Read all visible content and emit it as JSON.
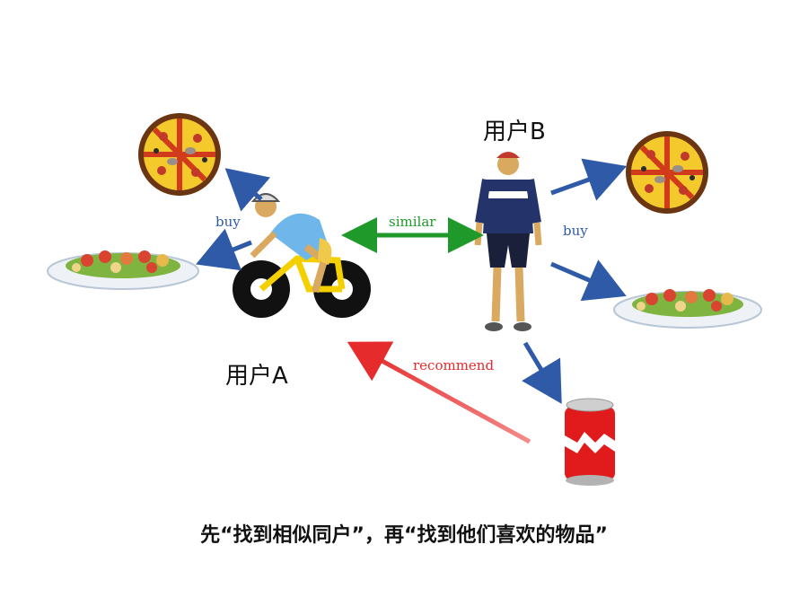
{
  "labels": {
    "user_a": "用户A",
    "user_b": "用户B",
    "buy_a": "buy",
    "buy_b": "buy",
    "similar": "similar",
    "recommend": "recommend"
  },
  "caption": "先“找到相似同户”，再“找到他们喜欢的物品”",
  "colors": {
    "buy_arrow": "#2f5aa8",
    "similar_arrow": "#1f9a2a",
    "recommend_arrow": "#e52b2b",
    "buy_text": "#2f5aa8",
    "similar_text": "#1f9a2a",
    "recommend_text": "#e52b2b"
  },
  "icons": {
    "user_a": "cyclist-icon",
    "user_b": "cyclist-standing-icon",
    "item_pizza": "pizza-icon",
    "item_salad": "salad-icon",
    "item_soda": "soda-can-icon"
  }
}
